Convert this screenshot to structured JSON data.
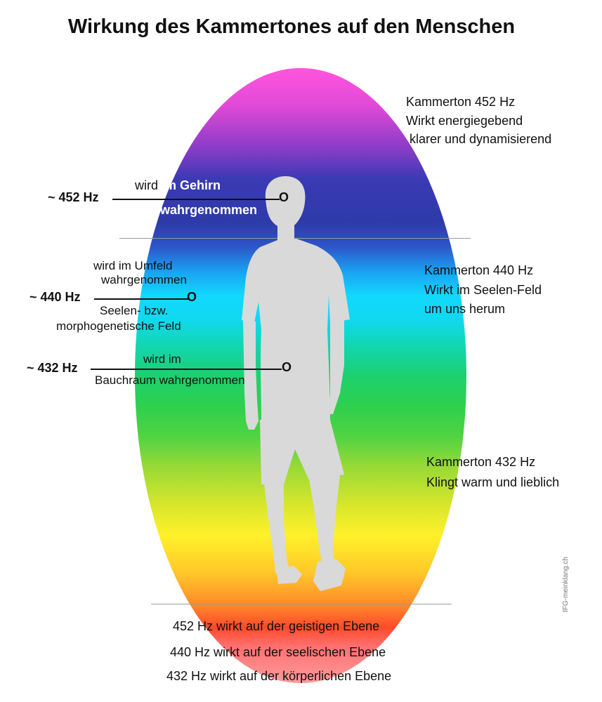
{
  "title": "Wirkung des Kammertones auf den Menschen",
  "right_notes": {
    "n452": [
      "Kammerton 452 Hz",
      "Wirkt energiegebend",
      "klarer und dynamisierend"
    ],
    "n440": [
      "Kammerton 440 Hz",
      "Wirkt im Seelen-Feld",
      "um uns herum"
    ],
    "n432": [
      "Kammerton 432 Hz",
      "Klingt warm und lieblich"
    ]
  },
  "markers": {
    "m452": {
      "label": "~ 452 Hz",
      "above": "wird",
      "above_highlight": "im Gehirn",
      "below": "wahrgenommen",
      "end": "O"
    },
    "m440": {
      "label": "~ 440 Hz",
      "above1": "wird im Umfeld",
      "above2": "wahrgenommen",
      "below1": "Seelen- bzw.",
      "below2": "morphogenetische Feld",
      "end": "O"
    },
    "m432": {
      "label": "~ 432 Hz",
      "above": "wird im",
      "below": "Bauchraum wahrgenommen",
      "end": "O"
    }
  },
  "bottom_lines": [
    "452 Hz wirkt auf der geistigen Ebene",
    "440 Hz wirkt auf der seelischen Ebene",
    "432 Hz wirkt auf der körperlichen Ebene"
  ],
  "credit": "IFG-meinklang.ch",
  "colors": {
    "aura_top": "#ff55dd",
    "aura_blue": "#2e3aa8",
    "aura_cyan": "#12d8ff",
    "aura_green": "#1cd070",
    "aura_yellow": "#fff12a",
    "aura_red": "#ff4a2a",
    "silhouette": "#d9d9d9"
  }
}
